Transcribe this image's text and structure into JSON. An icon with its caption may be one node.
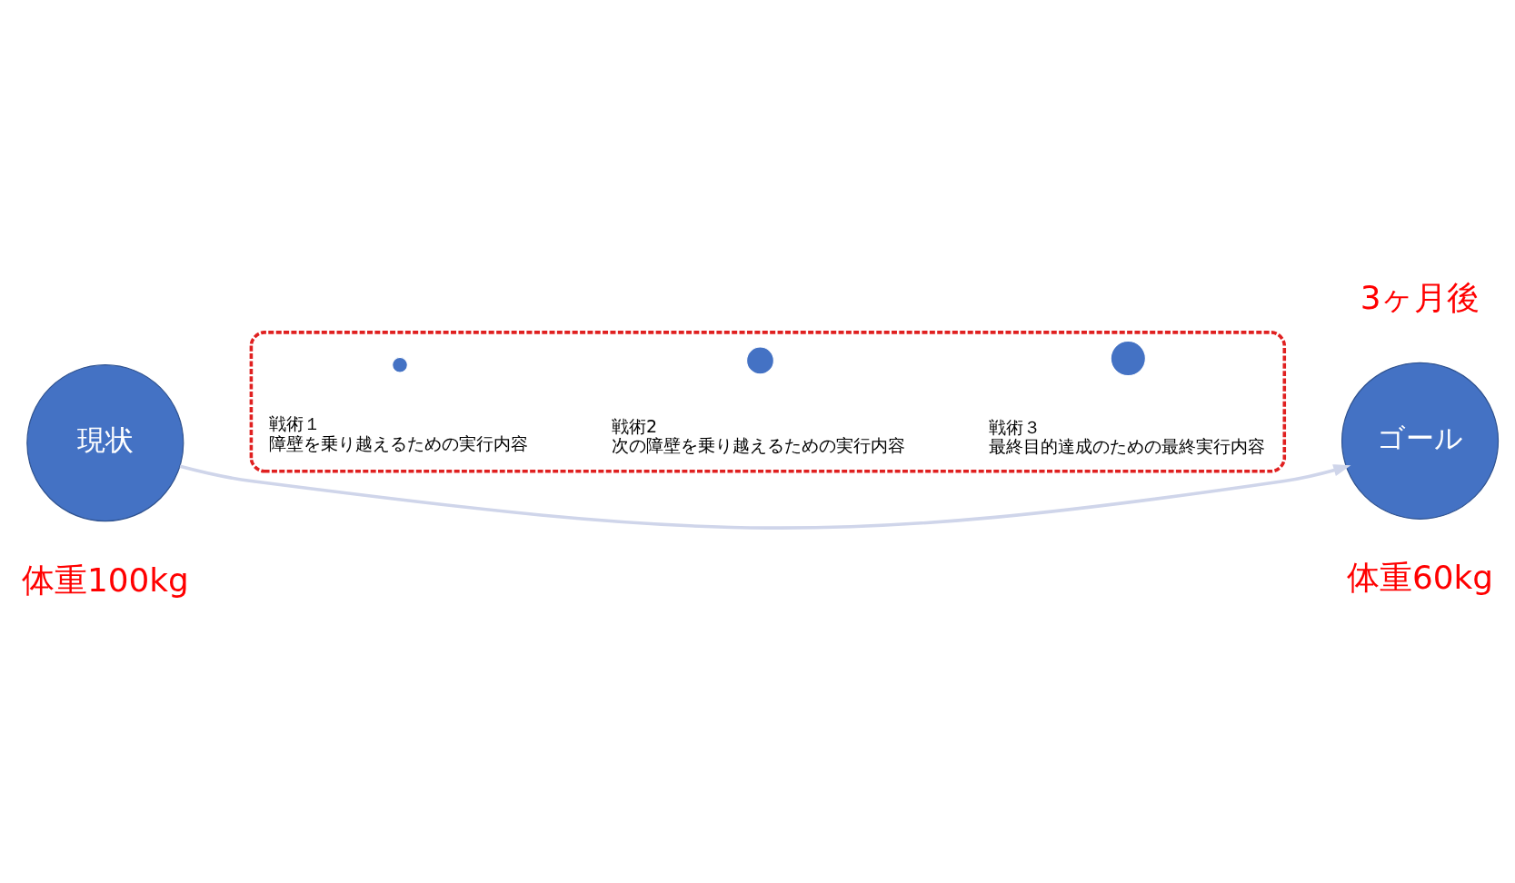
{
  "diagram": {
    "nodes": [
      {
        "text": [
          "現状"
        ],
        "beside": [
          "体重100kg"
        ]
      },
      {
        "text": [],
        "shape": "ellipse"
      },
      {
        "text": [],
        "shape": "circle",
        "in": 1,
        "beside": [
          "戦術１",
          "障壁を乗り越えるための実行内容"
        ]
      },
      {
        "text": [],
        "shape": "circle",
        "in": 1,
        "beside": [
          "戦術2",
          "次の障壁を乗り越えるための実行内容"
        ]
      },
      {
        "text": [],
        "shape": "circle",
        "in": 1,
        "beside": [
          "戦術３",
          "最終目的達成のための最終実行内容"
        ]
      },
      {
        "text": [
          "ゴール"
        ],
        "beside": [
          "体重60kg"
        ]
      }
    ],
    "edges": [
      {
        "from": 0,
        "to": 5,
        "arrow": "to"
      }
    ],
    "labels": [
      "3ヶ月後"
    ]
  }
}
